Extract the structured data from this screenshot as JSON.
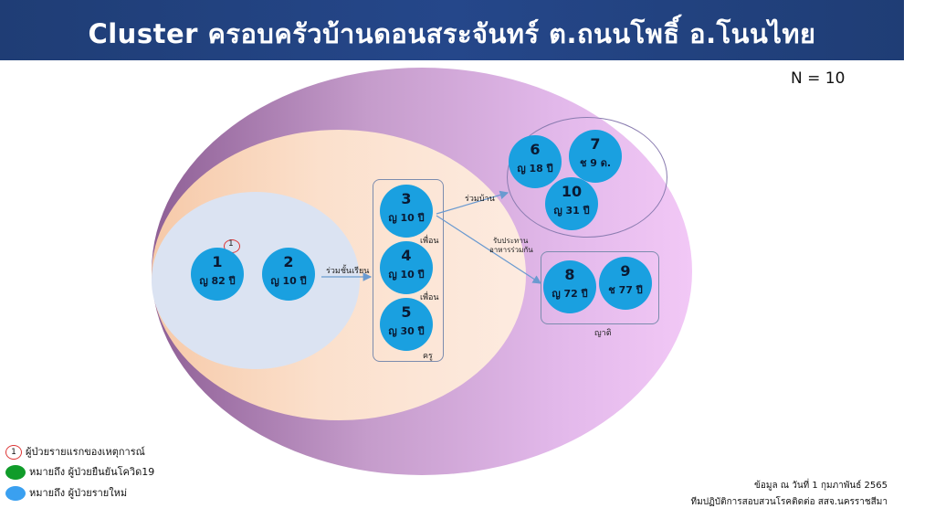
{
  "header": {
    "title": "Cluster ครอบครัวบ้านดอนสระจันทร์ ต.ถนนโพธิ์ อ.โนนไทย"
  },
  "n_label": "N = 10",
  "nodes": [
    {
      "id": "1",
      "detail": "ญ 82 ปี"
    },
    {
      "id": "2",
      "detail": "ญ 10 ปี"
    },
    {
      "id": "3",
      "detail": "ญ 10 ปี"
    },
    {
      "id": "4",
      "detail": "ญ 10 ปี"
    },
    {
      "id": "5",
      "detail": "ญ 30 ปี"
    },
    {
      "id": "6",
      "detail": "ญ 18 ปี"
    },
    {
      "id": "7",
      "detail": "ช 9 ด."
    },
    {
      "id": "8",
      "detail": "ญ 72 ปี"
    },
    {
      "id": "9",
      "detail": "ช 77 ปี"
    },
    {
      "id": "10",
      "detail": "ญ 31 ปี"
    }
  ],
  "relations": {
    "classmates": "ร่วมชั้นเรียน",
    "friend_a": "เพื่อน",
    "friend_b": "เพื่อน",
    "teacher": "ครู",
    "same_house": "ร่วมบ้าน",
    "shared_meal_line1": "รับประทาน",
    "shared_meal_line2": "อาหารร่วมกัน",
    "relatives": "ญาติ"
  },
  "index_marker": "1",
  "legend": {
    "index_case_symbol": "1",
    "index_case": "ผู้ป่วยรายแรกของเหตุการณ์",
    "confirmed": "หมายถึง ผู้ป่วยยืนยันโควิด19",
    "new_case": "หมายถึง ผู้ป่วยรายใหม่"
  },
  "footer": {
    "date": "ข้อมูล ณ วันที่  1 กุมภาพันธ์ 2565",
    "team": "ทีมปฏิบัติการสอบสวนโรคติดต่อ สสจ.นครราชสีมา"
  },
  "colors": {
    "header_bg": "#1f3d75",
    "node_fill": "#1aa0e0",
    "legend_green": "#109c2a",
    "legend_blue": "#3aa0f0",
    "index_ring": "#dd3333",
    "arrow": "#6a9ad0"
  }
}
